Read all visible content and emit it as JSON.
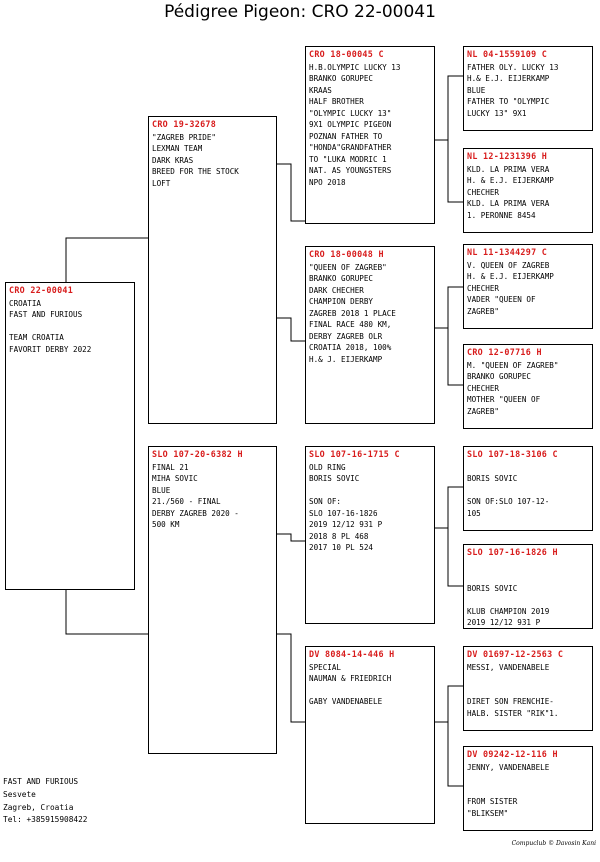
{
  "title": "Pédigree Pigeon: CRO 22-00041",
  "boxes": {
    "subject": {
      "ring": "CRO 22-00041",
      "lines": [
        "CROATIA",
        "FAST AND FURIOUS",
        "",
        "TEAM CROATIA",
        "FAVORIT DERBY 2022"
      ]
    },
    "father": {
      "ring": "CRO 19-32678",
      "lines": [
        "\"ZAGREB PRIDE\"",
        "LEXMAN TEAM",
        "DARK KRAS",
        "BREED FOR THE STOCK",
        "LOFT"
      ]
    },
    "mother": {
      "ring": "SLO 107-20-6382 H",
      "lines": [
        "FINAL 21",
        "MIHA SOVIC",
        "BLUE",
        "21./560 - FINAL",
        "DERBY ZAGREB 2020 -",
        "500 KM"
      ]
    },
    "ff": {
      "ring": "CRO 18-00045 C",
      "lines": [
        "H.B.OLYMPIC LUCKY 13",
        "BRANKO GORUPEC",
        "KRAAS",
        "HALF BROTHER",
        "\"OLYMPIC LUCKY 13\"",
        "9X1 OLYMPIC PIGEON",
        "POZNAN FATHER TO",
        "\"HONDA\"GRANDFATHER",
        "TO \"LUKA MODRIC 1",
        "NAT. AS YOUNGSTERS",
        "NPO 2018"
      ]
    },
    "fm": {
      "ring": "CRO 18-00048 H",
      "lines": [
        "\"QUEEN OF ZAGREB\"",
        "BRANKO GORUPEC",
        "DARK CHECHER",
        "CHAMPION DERBY",
        "ZAGREB 2018 1 PLACE",
        "FINAL RACE 480 KM,",
        "DERBY ZAGREB OLR",
        "CROATIA 2018, 100%",
        "H.& J. EIJERKAMP"
      ]
    },
    "mf": {
      "ring": "SLO 107-16-1715 C",
      "lines": [
        "OLD RING",
        "BORIS SOVIC",
        "",
        "SON OF:",
        "SLO 107-16-1826",
        "2019 12/12 931 P",
        "2018 8 PL 468",
        "2017 10 PL 524"
      ]
    },
    "mm": {
      "ring": "DV  8084-14-446 H",
      "lines": [
        "SPECIAL",
        "NAUMAN & FRIEDRICH",
        "",
        "GABY VANDENABELE"
      ]
    },
    "fff": {
      "ring": "NL  04-1559109 C",
      "lines": [
        "FATHER OLY. LUCKY 13",
        "H.& E.J. EIJERKAMP",
        "BLUE",
        "FATHER TO \"OLYMPIC",
        "LUCKY 13\" 9X1"
      ]
    },
    "ffm": {
      "ring": "NL  12-1231396 H",
      "lines": [
        "KLD. LA PRIMA VERA",
        "H. & E.J. EIJERKAMP",
        "CHECHER",
        "KLD. LA PRIMA VERA",
        "1. PERONNE 8454"
      ]
    },
    "fmf": {
      "ring": "NL  11-1344297 C",
      "lines": [
        "V. QUEEN OF ZAGREB",
        "H. & E.J. EIJERKAMP",
        "CHECHER",
        "VADER \"QUEEN OF",
        "ZAGREB\""
      ]
    },
    "fmm": {
      "ring": "CRO 12-07716 H",
      "lines": [
        "M. \"QUEEN OF ZAGREB\"",
        "BRANKO GORUPEC",
        "CHECHER",
        "MOTHER \"QUEEN OF",
        "ZAGREB\""
      ]
    },
    "mff": {
      "ring": "SLO 107-18-3106 C",
      "lines": [
        "",
        "BORIS SOVIC",
        "",
        "SON OF:SLO 107-12-",
        "105"
      ]
    },
    "mfm": {
      "ring": "SLO 107-16-1826 H",
      "lines": [
        "",
        "",
        "BORIS SOVIC",
        "",
        "KLUB CHAMPION 2019",
        "2019 12/12 931 P"
      ]
    },
    "mmf": {
      "ring": "DV  01697-12-2563 C",
      "lines": [
        "MESSI, VANDENABELE",
        "",
        "",
        "DIRET SON FRENCHIE-",
        "HALB. SISTER \"RIK\"1."
      ]
    },
    "mmm": {
      "ring": "DV  09242-12-116 H",
      "lines": [
        "JENNY, VANDENABELE",
        "",
        "",
        "FROM SISTER",
        "\"BLIKSEM\""
      ]
    }
  },
  "footer": {
    "lines": [
      "FAST AND FURIOUS",
      "Sesvete",
      "Zagreb, Croatia",
      "Tel: +385915908422"
    ]
  },
  "credit": "Compuclub © Davosin Kani"
}
